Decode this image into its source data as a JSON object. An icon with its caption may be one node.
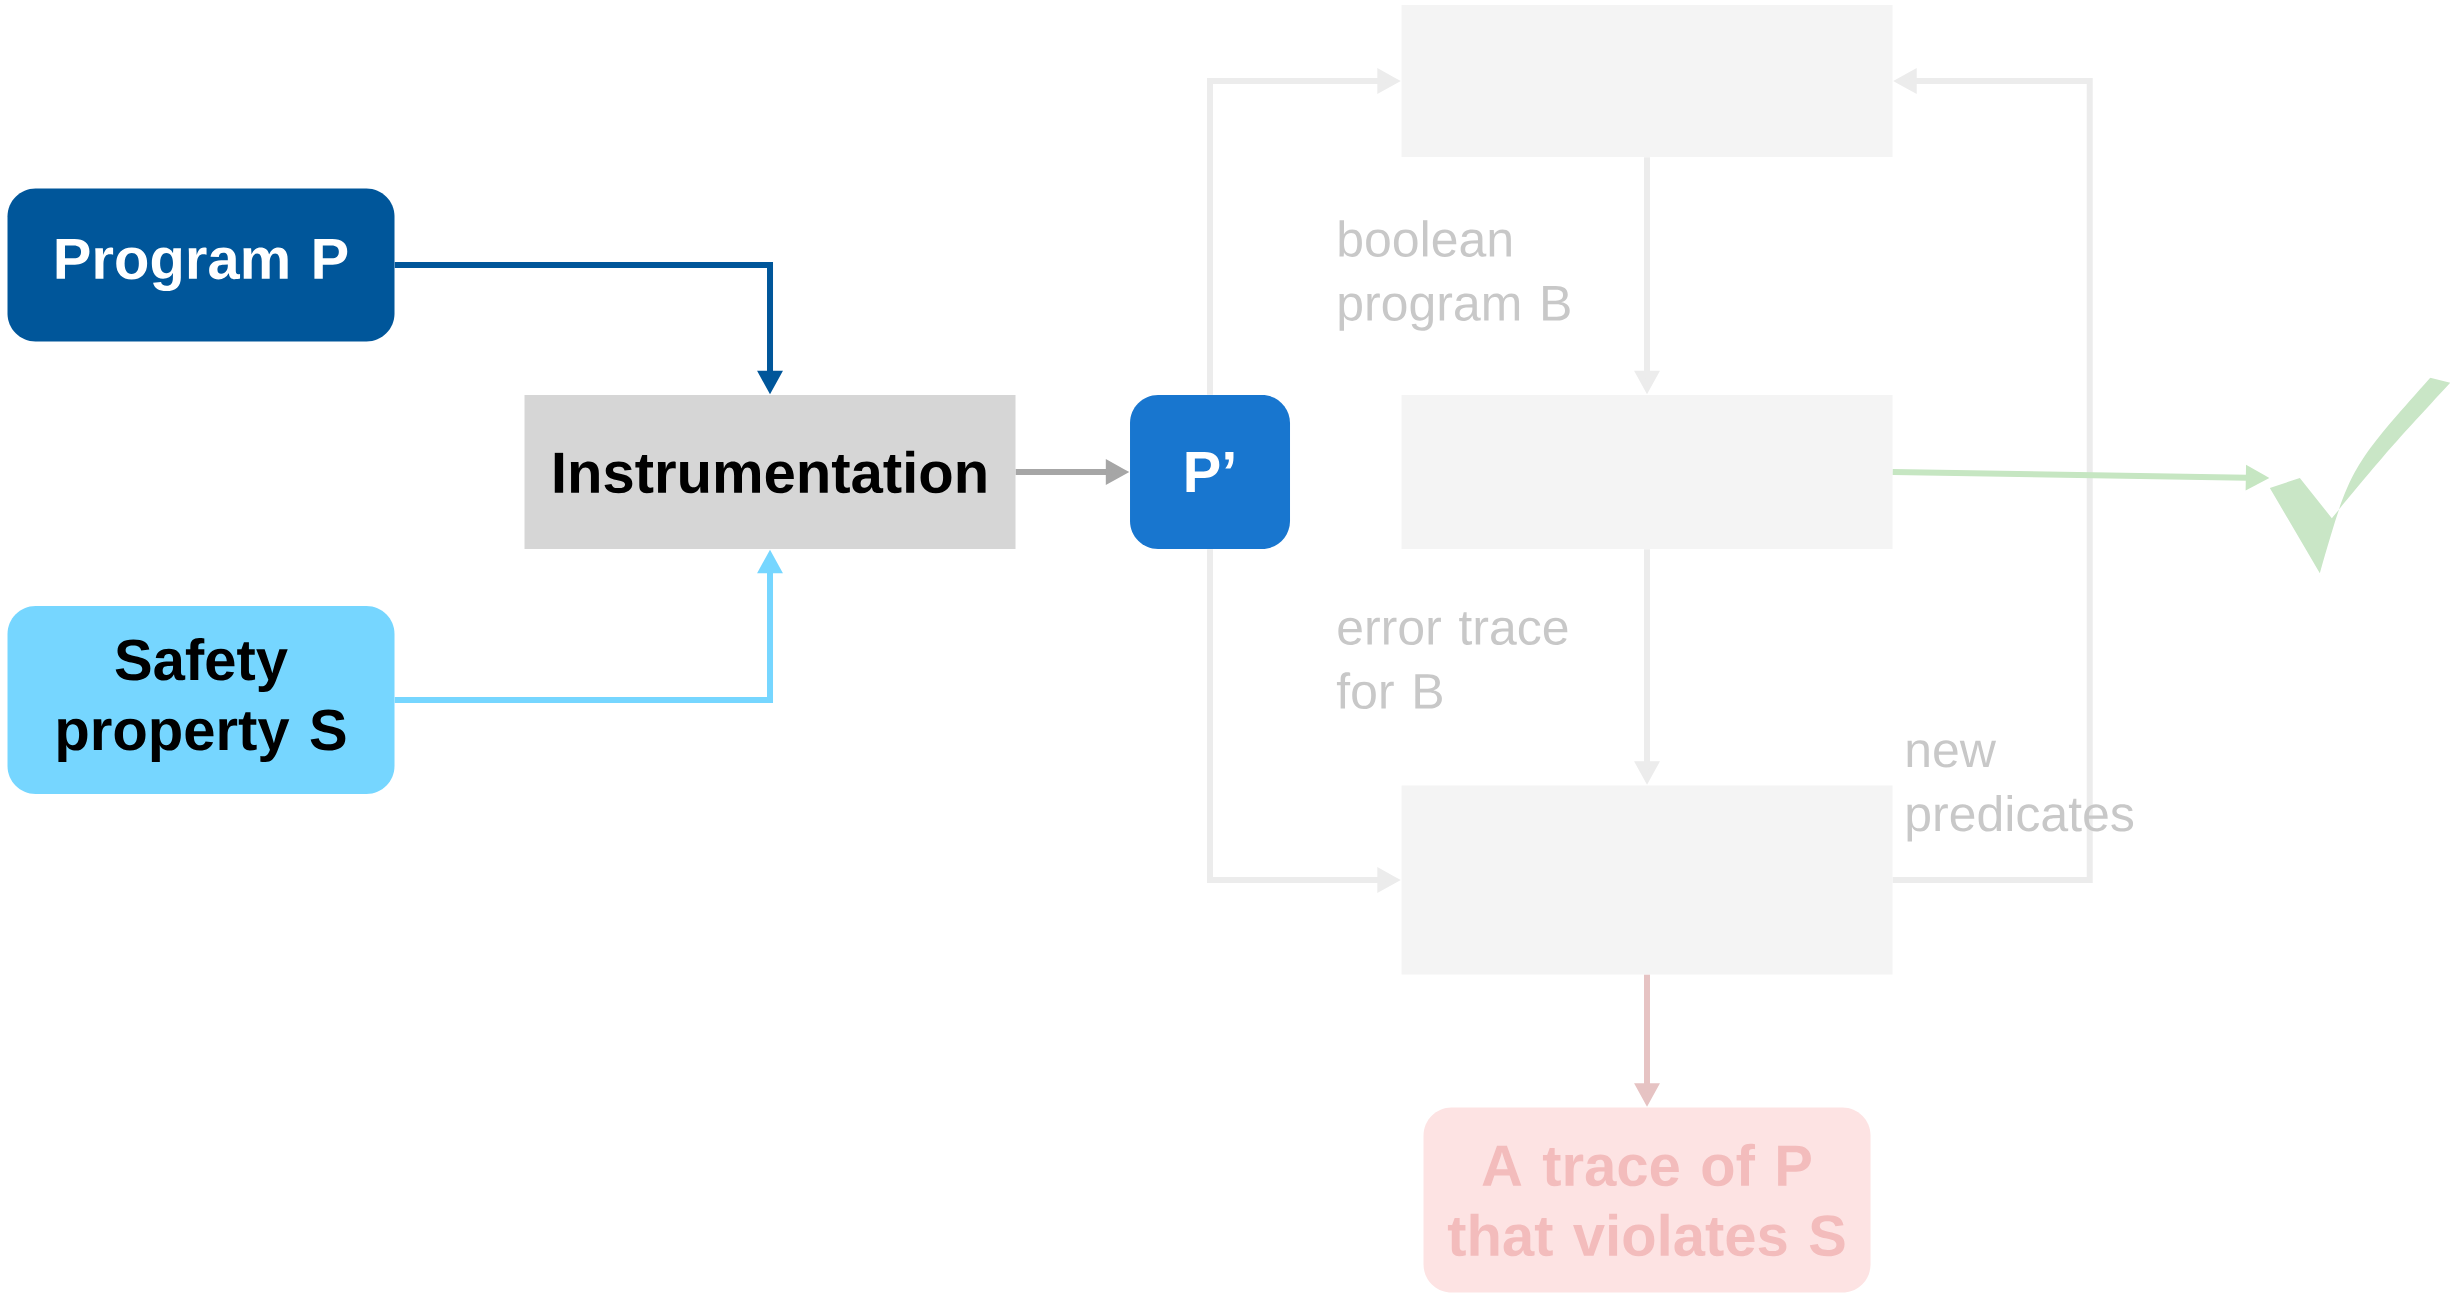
{
  "diagram": {
    "nodes": [
      {
        "text": [
          "Program P"
        ]
      },
      {
        "text": [
          "Safety property S"
        ]
      },
      {
        "text": [
          "Instrumentation"
        ]
      },
      {
        "text": [
          "P’"
        ]
      },
      {
        "text": [],
        "shape": "box"
      },
      {
        "text": [],
        "shape": "box"
      },
      {
        "text": [],
        "shape": "box"
      },
      {
        "text": [
          "A trace of P that violates S"
        ]
      },
      {
        "text": [],
        "shape": "checkmark"
      }
    ],
    "edges": [
      {
        "from": 0,
        "to": 2,
        "arrow": "to",
        "color": "#00569a"
      },
      {
        "from": 1,
        "to": 2,
        "arrow": "to",
        "color": "#76d6ff"
      },
      {
        "from": 2,
        "to": 3,
        "arrow": "to",
        "color": "#a6a6a6"
      },
      {
        "from": 3,
        "to": 4,
        "arrow": "to"
      },
      {
        "from": 3,
        "to": 6,
        "arrow": "to"
      },
      {
        "from": 4,
        "to": 5,
        "arrow": "to",
        "label": "boolean program B"
      },
      {
        "from": 5,
        "to": 6,
        "arrow": "to",
        "label": "error trace for B"
      },
      {
        "from": 6,
        "to": 4,
        "arrow": "to",
        "label": "new predicates"
      },
      {
        "from": 5,
        "to": 8,
        "arrow": "to",
        "color": "#c6e6c2"
      },
      {
        "from": 6,
        "to": 7,
        "arrow": "to",
        "color": "#e6c3c3"
      }
    ]
  }
}
